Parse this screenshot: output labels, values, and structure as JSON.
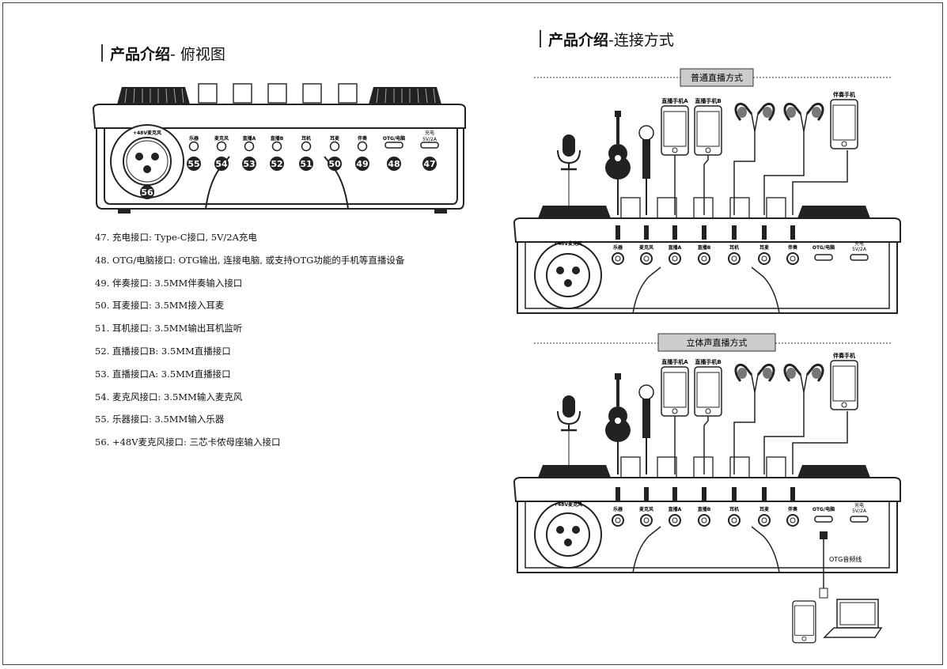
{
  "left": {
    "title_bold": "产品介绍",
    "title_rest": "- 俯视图",
    "mic_label": "+48V麦克风",
    "ports": [
      {
        "label": "乐器",
        "num": "55"
      },
      {
        "label": "麦克风",
        "num": "54"
      },
      {
        "label": "直播A",
        "num": "53"
      },
      {
        "label": "直播B",
        "num": "52"
      },
      {
        "label": "耳机",
        "num": "51"
      },
      {
        "label": "耳麦",
        "num": "50"
      },
      {
        "label": "伴奏",
        "num": "49"
      },
      {
        "label": "OTG/电脑",
        "num": "48"
      },
      {
        "label": "充电",
        "label2": "5V/2A",
        "num": "47"
      }
    ],
    "mic_num": "56",
    "specs": [
      "47. 充电接口: Type-C接口, 5V/2A充电",
      "48. OTG/电脑接口: OTG输出, 连接电脑, 或支持OTG功能的手机等直播设备",
      "49. 伴奏接口: 3.5MM伴奏输入接口",
      "50. 耳麦接口: 3.5MM接入耳麦",
      "51. 耳机接口: 3.5MM输出耳机监听",
      "52. 直播接口B: 3.5MM直播接口",
      "53. 直播接口A: 3.5MM直播接口",
      "54. 麦克风接口: 3.5MM输入麦克风",
      "55. 乐器接口: 3.5MM输入乐器",
      "56. +48V麦克风接口: 三芯卡侬母座输入接口"
    ]
  },
  "right": {
    "title_bold": "产品介绍",
    "title_rest": "-连接方式",
    "mode1": "普通直播方式",
    "mode2": "立体声直播方式",
    "phone_a": "直播手机A",
    "phone_b": "直播手机B",
    "phone_acc": "伴奏手机",
    "mic_label": "+48V麦克风",
    "ports": [
      "乐器",
      "麦克风",
      "直播A",
      "直播B",
      "耳机",
      "耳麦",
      "伴奏",
      "OTG/电脑"
    ],
    "charge_label": "充电",
    "charge_label2": "5V/2A",
    "otg_cable": "OTG音频线"
  }
}
